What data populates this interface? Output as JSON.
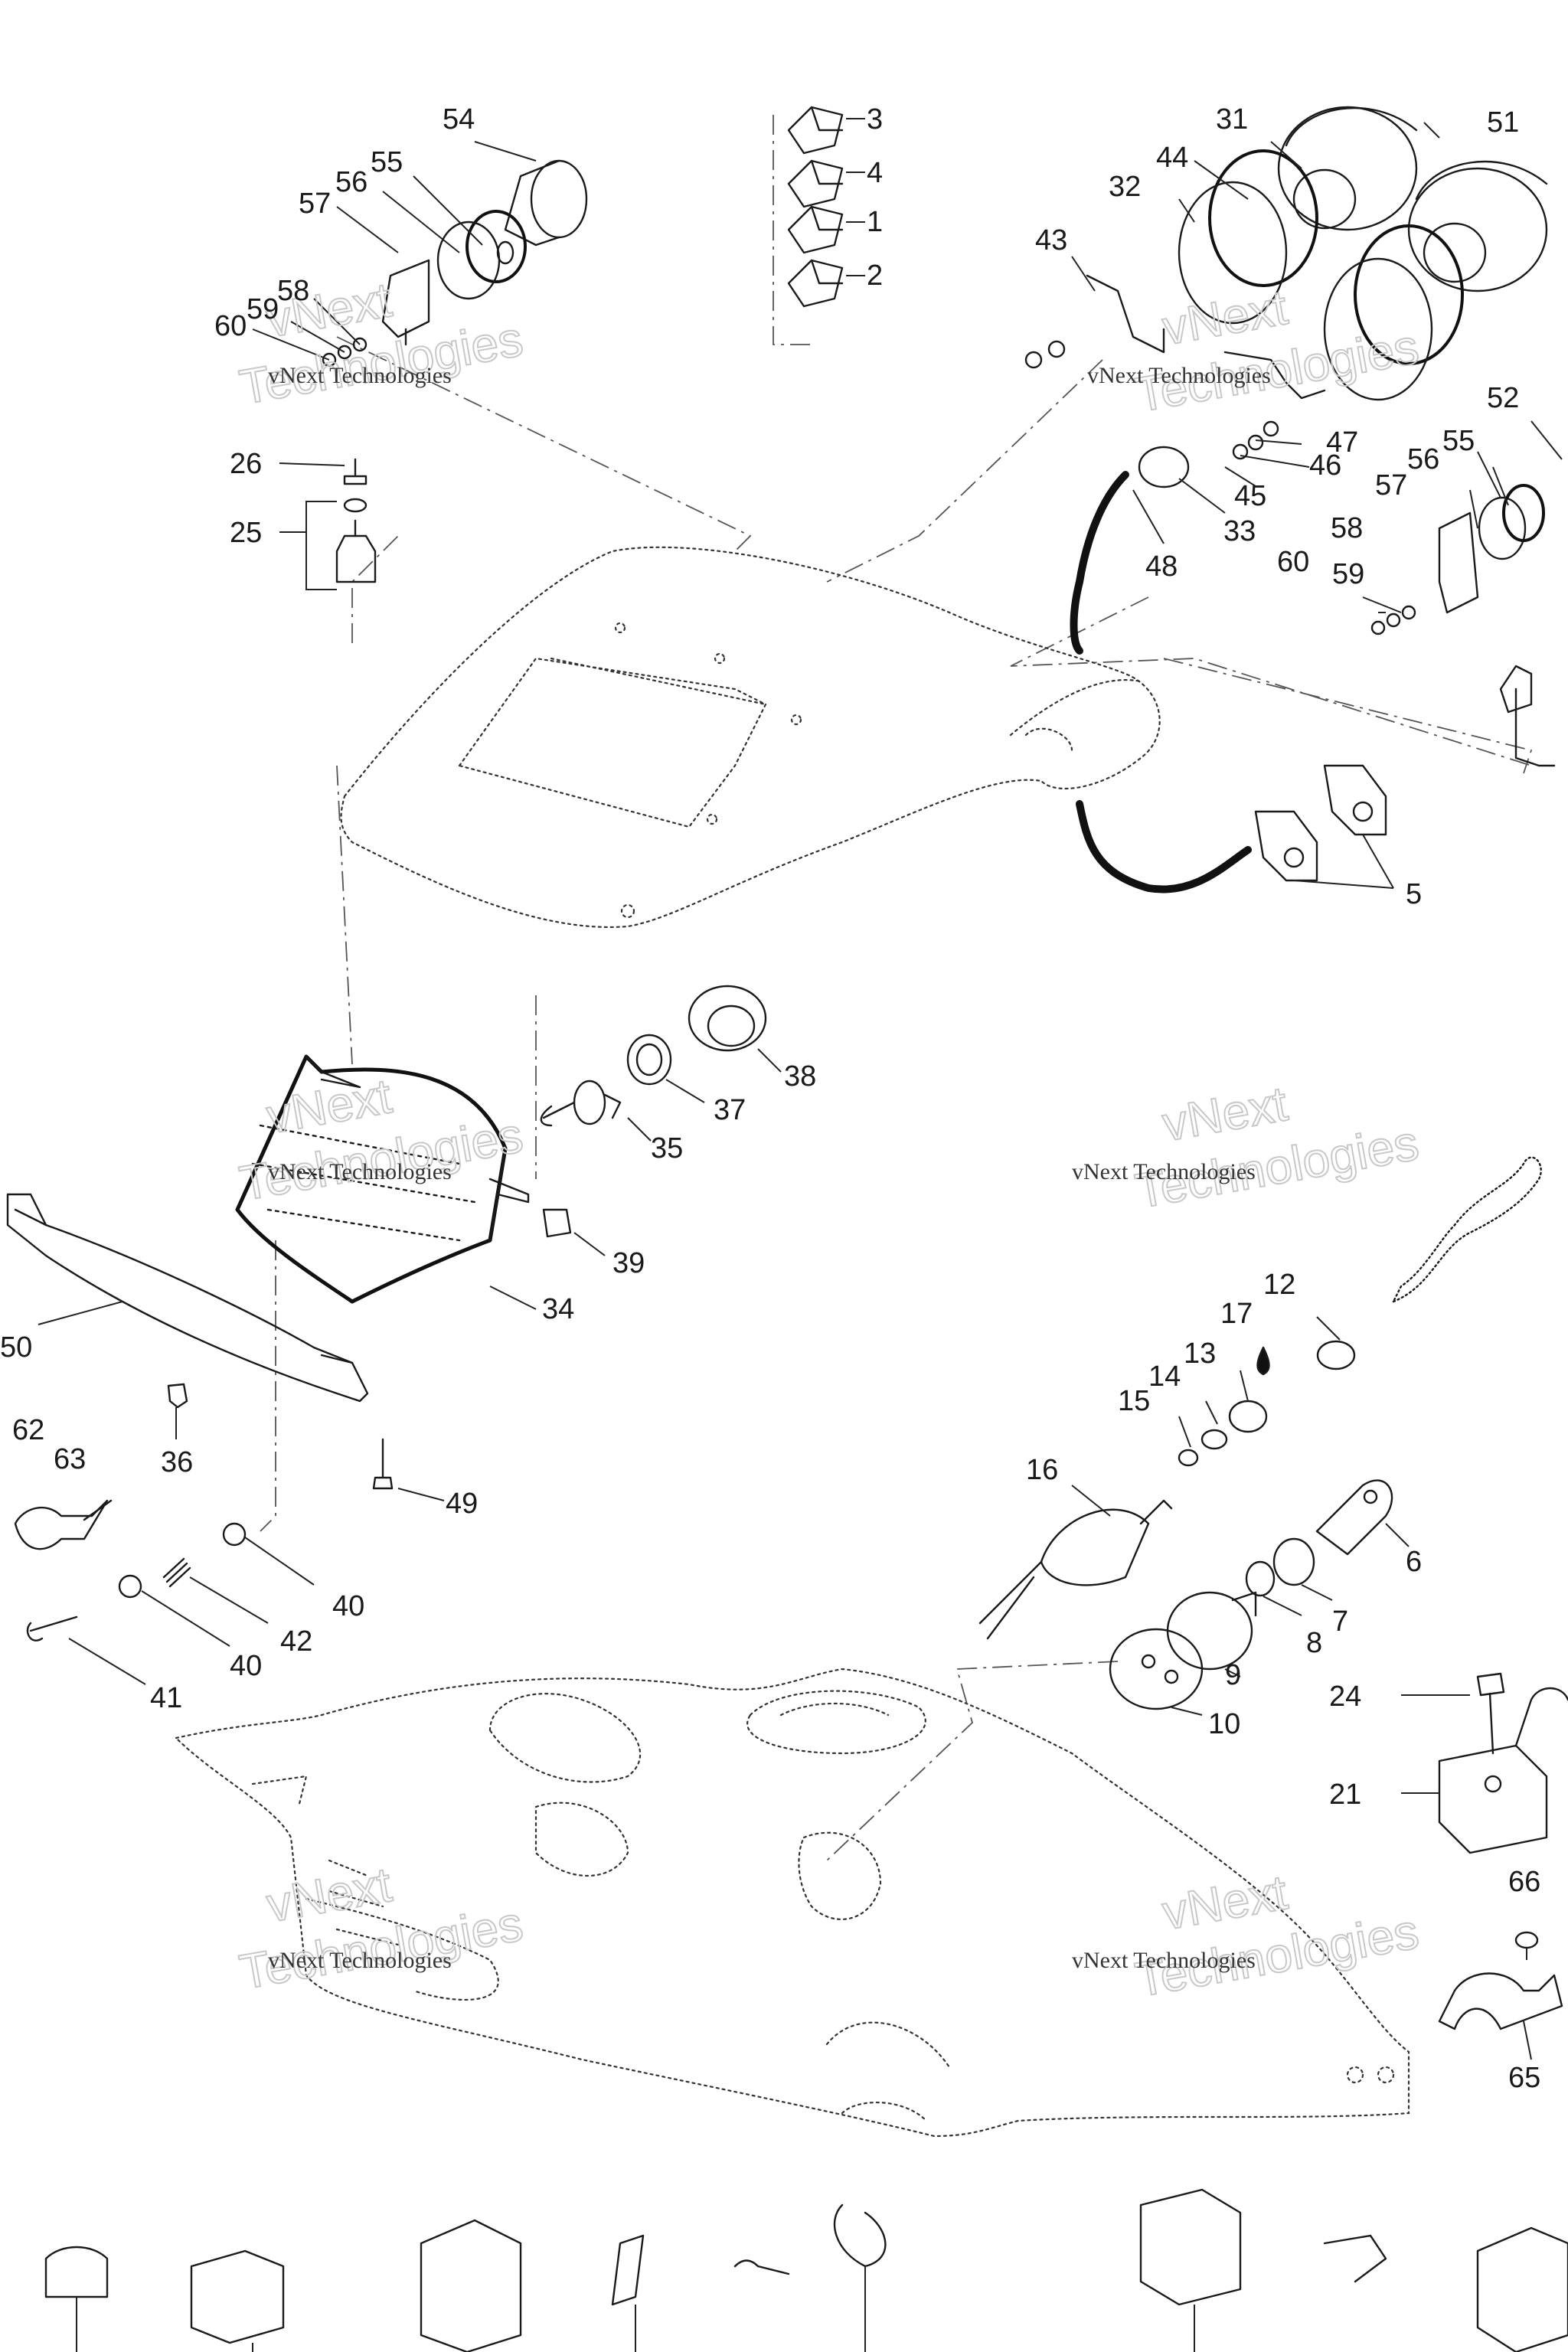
{
  "watermark": {
    "brand_line": "vNext Technologies",
    "big_word_1": "vNext",
    "big_word_2": "Technologies"
  },
  "callouts": [
    "1",
    "2",
    "3",
    "4",
    "5",
    "6",
    "7",
    "8",
    "9",
    "10",
    "12",
    "13",
    "14",
    "15",
    "16",
    "17",
    "21",
    "24",
    "25",
    "26",
    "31",
    "32",
    "33",
    "34",
    "35",
    "36",
    "37",
    "38",
    "39",
    "40",
    "41",
    "42",
    "43",
    "44",
    "45",
    "46",
    "47",
    "48",
    "49",
    "50",
    "51",
    "52",
    "54",
    "55",
    "56",
    "57",
    "58",
    "59",
    "60",
    "62",
    "63",
    "65",
    "66"
  ]
}
